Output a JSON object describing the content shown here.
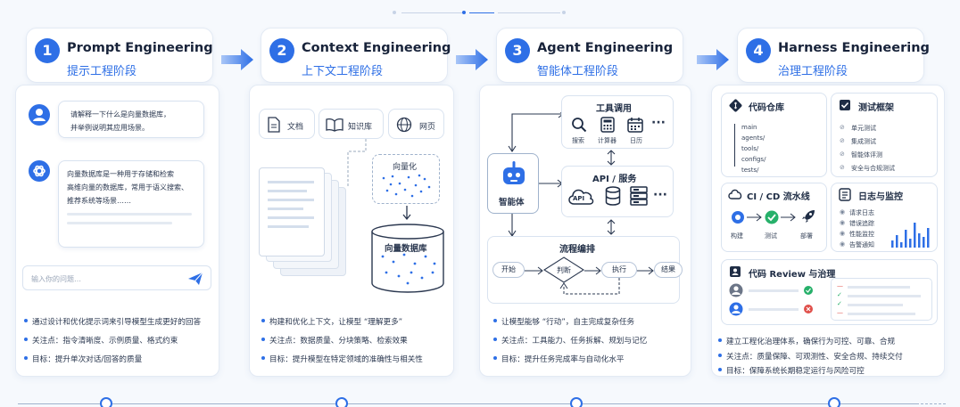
{
  "stages": [
    {
      "num": "1",
      "en": "Prompt Engineering",
      "cn": "提示工程阶段"
    },
    {
      "num": "2",
      "en": "Context Engineering",
      "cn": "上下文工程阶段"
    },
    {
      "num": "3",
      "en": "Agent Engineering",
      "cn": "智能体工程阶段"
    },
    {
      "num": "4",
      "en": "Harness Engineering",
      "cn": "治理工程阶段"
    }
  ],
  "prompt": {
    "user_msg1": "请解释一下什么是向量数据库，",
    "user_msg2": "并举例说明其应用场景。",
    "ai_msg1": "向量数据库是一种用于存储和检索",
    "ai_msg2": "高维向量的数据库，常用于语义搜索、",
    "ai_msg3": "推荐系统等场景……",
    "input_placeholder": "输入你的问题…",
    "bullets": [
      "通过设计和优化提示词来引导模型生成更好的回答",
      "关注点：指令清晰度、示例质量、格式约束",
      "目标：提升单次对话/回答的质量"
    ]
  },
  "context": {
    "src_doc": "文档",
    "src_kb": "知识库",
    "src_web": "网页",
    "vectorize": "向量化",
    "vdb": "向量数据库",
    "bullets": [
      "构建和优化上下文，让模型 “理解更多”",
      "关注点：数据质量、分块策略、检索效果",
      "目标：提升模型在特定领域的准确性与相关性"
    ]
  },
  "agent": {
    "tools_title": "工具调用",
    "tool_search": "搜索",
    "tool_calc": "计算器",
    "tool_cal": "日历",
    "api_title": "API / 服务",
    "api_label": "API",
    "agent_label": "智能体",
    "flow_title": "流程编排",
    "flow_start": "开始",
    "flow_judge": "判断",
    "flow_exec": "执行",
    "flow_result": "结果",
    "dots": "···",
    "bullets": [
      "让模型能够 “行动”，自主完成复杂任务",
      "关注点：工具能力、任务拆解、规划与记忆",
      "目标：提升任务完成率与自动化水平"
    ]
  },
  "harness": {
    "repo_title": "代码仓库",
    "repo_items": [
      "main",
      "agents/",
      "tools/",
      "configs/",
      "tests/"
    ],
    "test_title": "测试框架",
    "test_items": [
      "单元测试",
      "集成测试",
      "智能体评测",
      "安全与合规测试"
    ],
    "ci_title": "CI / CD 流水线",
    "ci_build": "构建",
    "ci_test": "测试",
    "ci_deploy": "部署",
    "log_title": "日志与监控",
    "log_items": [
      "请求日志",
      "错误追踪",
      "性能监控",
      "告警通知"
    ],
    "review_title": "代码 Review 与治理",
    "bullets": [
      "建立工程化治理体系，确保行为可控、可靠、合规",
      "关注点：质量保障、可观测性、安全合规、持续交付",
      "目标：保障系统长期稳定运行与风险可控"
    ]
  },
  "colors": {
    "accent": "#2e6fe6",
    "green": "#27b06a",
    "red": "#e0504b"
  }
}
